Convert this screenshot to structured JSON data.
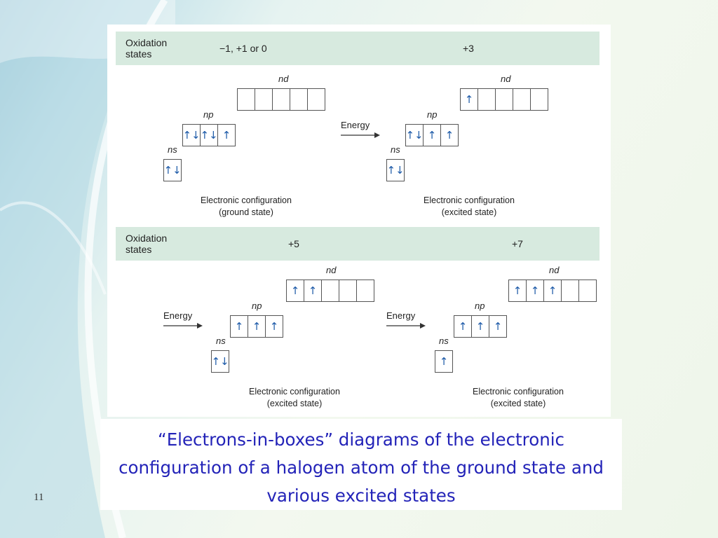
{
  "slide_number": "11",
  "caption": "“Electrons-in-boxes” diagrams of the electronic configuration of a halogen atom of the ground state and various excited states",
  "oxidation_label_line1": "Oxidation",
  "oxidation_label_line2": "states",
  "oxidation_values": [
    "−1, +1 or 0",
    "+3",
    "+5",
    "+7"
  ],
  "orbital_labels": {
    "s": "ns",
    "p": "np",
    "d": "nd"
  },
  "energy_label": "Energy",
  "configurations": [
    {
      "label_line1": "Electronic configuration",
      "label_line2": "(ground state)",
      "ns": [
        "↑↓"
      ],
      "np": [
        "↑↓",
        "↑↓",
        "↑"
      ],
      "nd": [
        "",
        "",
        "",
        "",
        ""
      ]
    },
    {
      "label_line1": "Electronic configuration",
      "label_line2": "(excited state)",
      "ns": [
        "↑↓"
      ],
      "np": [
        "↑↓",
        "↑",
        "↑"
      ],
      "nd": [
        "↑",
        "",
        "",
        "",
        ""
      ]
    },
    {
      "label_line1": "Electronic configuration",
      "label_line2": "(excited state)",
      "ns": [
        "↑↓"
      ],
      "np": [
        "↑",
        "↑",
        "↑"
      ],
      "nd": [
        "↑",
        "↑",
        "",
        "",
        ""
      ]
    },
    {
      "label_line1": "Electronic configuration",
      "label_line2": "(excited state)",
      "ns": [
        "↑"
      ],
      "np": [
        "↑",
        "↑",
        "↑"
      ],
      "nd": [
        "↑",
        "↑",
        "↑",
        "",
        ""
      ]
    }
  ]
}
